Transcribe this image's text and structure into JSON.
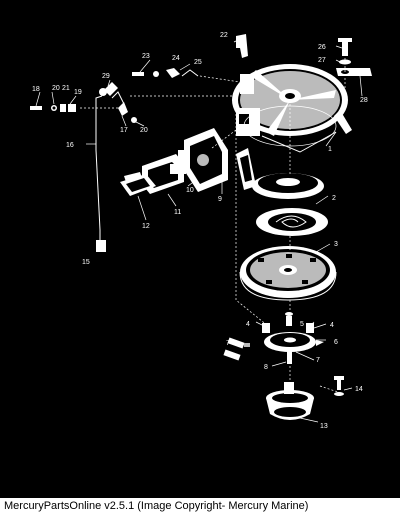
{
  "footer": {
    "caption": "MercuryPartsOnline v2.5.1 (Image Copyright- Mercury Marine)"
  },
  "callouts": [
    "1",
    "2",
    "3",
    "4",
    "5",
    "4",
    "6",
    "7",
    "7",
    "8",
    "9",
    "10",
    "11",
    "12",
    "13",
    "14",
    "15",
    "16",
    "17",
    "18",
    "19",
    "20",
    "20",
    "21",
    "22",
    "23",
    "24",
    "25",
    "26",
    "27",
    "28",
    "29"
  ]
}
